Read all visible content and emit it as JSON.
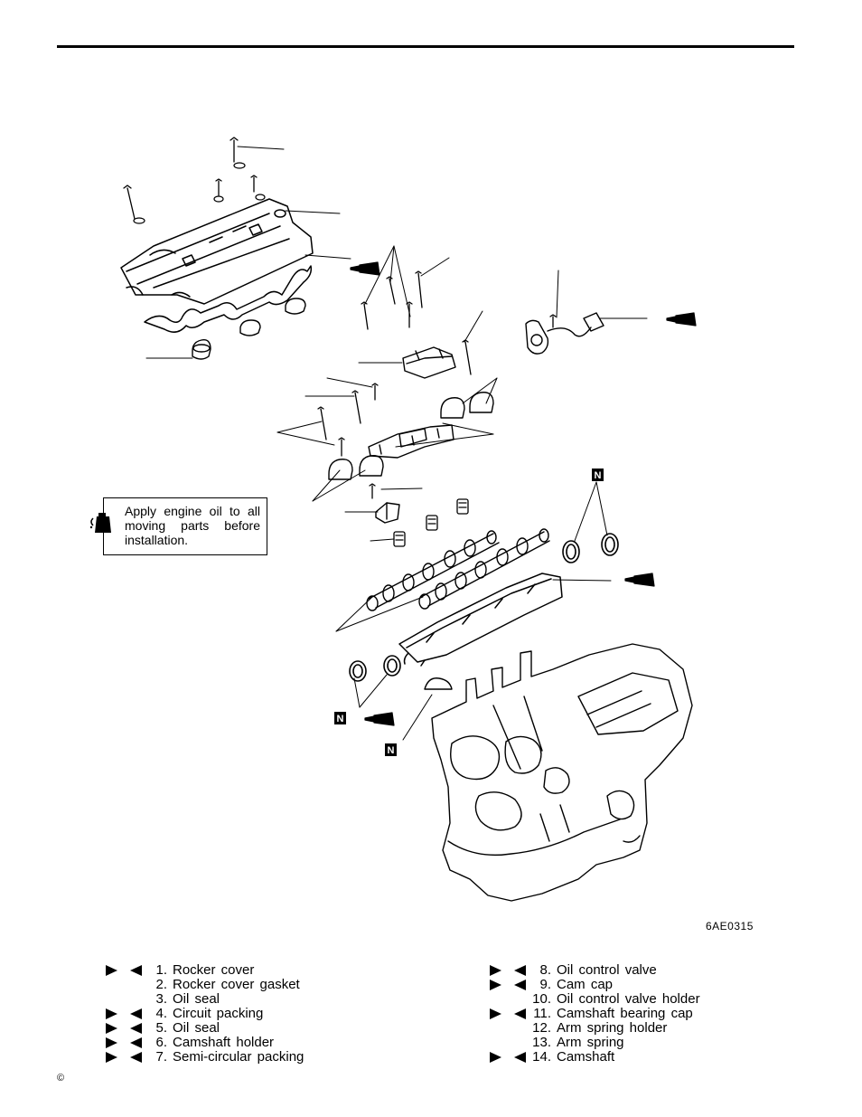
{
  "note": {
    "text": "Apply engine oil to all moving parts before installation.",
    "icon": "oil-can-icon"
  },
  "figure_code": "6AE0315",
  "marker_labels": {
    "new_part": "N"
  },
  "parts_left": [
    {
      "num": "1.",
      "name": "Rocker cover",
      "marked": true
    },
    {
      "num": "2.",
      "name": "Rocker cover gasket",
      "marked": false
    },
    {
      "num": "3.",
      "name": "Oil seal",
      "marked": false
    },
    {
      "num": "4.",
      "name": "Circuit packing",
      "marked": true
    },
    {
      "num": "5.",
      "name": "Oil seal",
      "marked": true
    },
    {
      "num": "6.",
      "name": "Camshaft holder",
      "marked": true
    },
    {
      "num": "7.",
      "name": "Semi-circular packing",
      "marked": true
    }
  ],
  "parts_right": [
    {
      "num": "8.",
      "name": "Oil control valve",
      "marked": true
    },
    {
      "num": "9.",
      "name": "Cam cap",
      "marked": true
    },
    {
      "num": "10.",
      "name": "Oil control valve holder",
      "marked": false
    },
    {
      "num": "11.",
      "name": "Camshaft bearing cap",
      "marked": true
    },
    {
      "num": "12.",
      "name": "Arm spring holder",
      "marked": false
    },
    {
      "num": "13.",
      "name": "Arm spring",
      "marked": false
    },
    {
      "num": "14.",
      "name": "Camshaft",
      "marked": true
    }
  ],
  "copyright": "©"
}
